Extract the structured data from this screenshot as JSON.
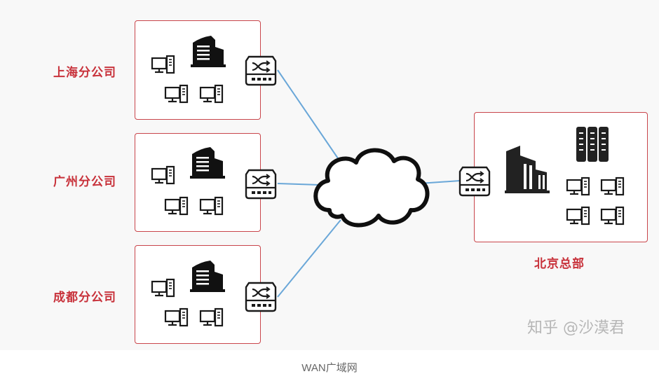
{
  "branches": [
    {
      "name": "上海分公司"
    },
    {
      "name": "广州分公司"
    },
    {
      "name": "成都分公司"
    }
  ],
  "headquarters": {
    "name": "北京总部"
  },
  "watermark": "知乎 @沙漠君",
  "caption": "WAN广域网",
  "colors": {
    "label": "#c8323b",
    "box_border": "#c9454b",
    "link": "#6aa7d8",
    "icon": "#1a1a1a"
  },
  "icons": {
    "computer": "desktop-computer-icon",
    "building": "office-building-icon",
    "switch": "network-switch-icon",
    "cloud": "internet-cloud-icon",
    "server": "server-rack-icon"
  }
}
